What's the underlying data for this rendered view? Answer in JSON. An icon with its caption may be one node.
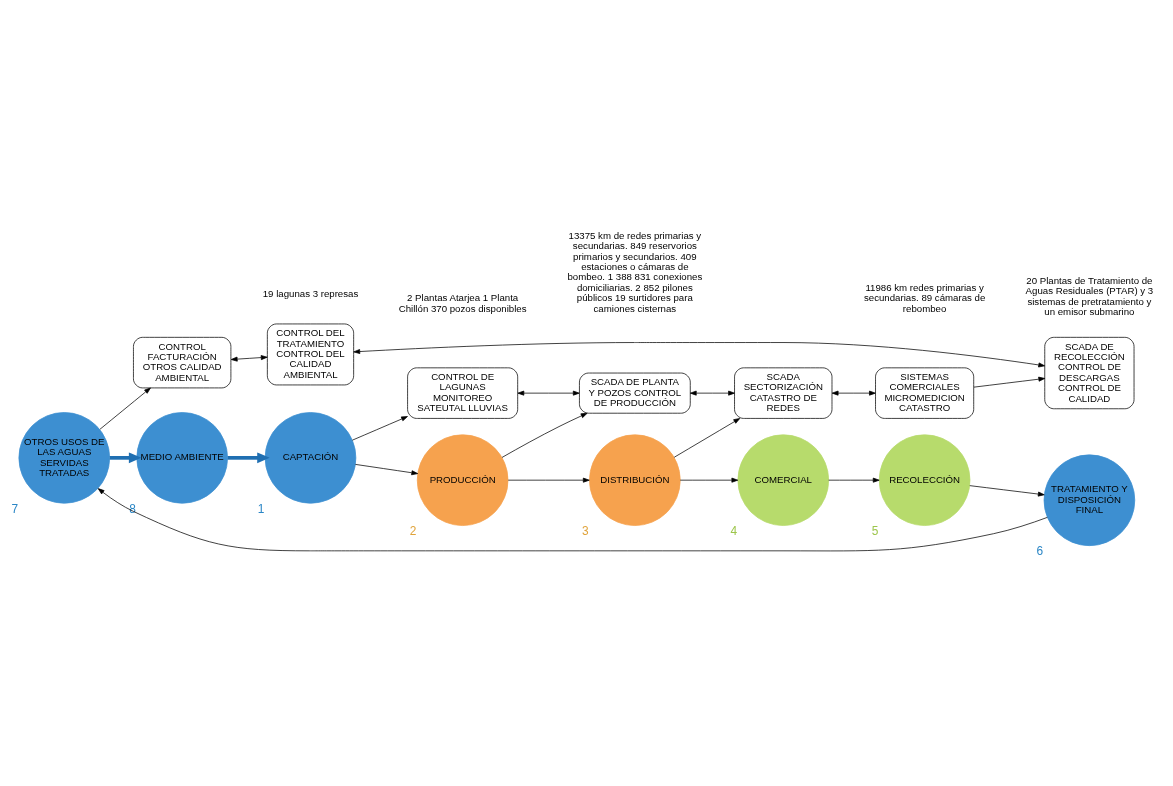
{
  "diagram": {
    "nodes": [
      {
        "text": [
          "CONTROL DE LAGUNAS MONITOREO SATEUTAL LLUVIAS"
        ]
      },
      {
        "text": [
          "MEDIO AMBIENTE"
        ],
        "beside": [
          "8"
        ]
      },
      {
        "text": [
          "CAPTACIÓN"
        ],
        "beside": [
          "1"
        ]
      },
      {
        "text": [
          "OTROS USOS DE LAS AGUAS SERVIDAS TRATADAS"
        ],
        "beside": [
          "7"
        ]
      },
      {
        "text": [
          "CONTROL FACTURACIÓN OTROS CALIDAD AMBIENTAL"
        ]
      },
      {
        "text": [
          "CONTROL DEL TRATAMIENTO CONTROL DEL CALIDAD AMBIENTAL"
        ]
      },
      {
        "text": [
          "PRODUCCIÓN"
        ],
        "beside": [
          "2"
        ]
      },
      {
        "text": [
          "SCADA DE PLANTA Y POZOS CONTROL DE PRODUCCIÓN"
        ]
      },
      {
        "text": [
          "TRATAMIENTO Y DISPOSICIÓN FINAL"
        ],
        "beside": [
          "6"
        ]
      },
      {
        "text": [
          "DISTRIBUCIÓN"
        ],
        "beside": [
          "3"
        ]
      },
      {
        "text": [
          "RECOLECCIÓN"
        ],
        "beside": [
          "5"
        ]
      },
      {
        "text": [
          "SCADA SECTORIZACIÓN CATASTRO DE REDES"
        ]
      },
      {
        "text": [
          "COMERCIAL"
        ],
        "beside": [
          "4"
        ]
      },
      {
        "text": [
          "SCADA DE RECOLECCIÓN CONTROL DE DESCARGAS CONTROL DE CALIDAD"
        ]
      },
      {
        "text": [
          "SISTEMAS COMERCIALES MICROMEDICION CATASTRO"
        ]
      }
    ],
    "edges": [
      {
        "from": 1,
        "to": 2,
        "arrow": "to",
        "style": "thick",
        "color": "#1f6fb2"
      },
      {
        "from": 3,
        "to": 1,
        "arrow": "to",
        "style": "thick",
        "color": "#1f6fb2"
      },
      {
        "from": 2,
        "to": 0,
        "arrow": "to"
      },
      {
        "from": 2,
        "to": 6,
        "arrow": "to"
      },
      {
        "from": 0,
        "to": 7,
        "arrow": "both"
      },
      {
        "from": 6,
        "to": 7,
        "arrow": "to"
      },
      {
        "from": 6,
        "to": 9,
        "arrow": "to"
      },
      {
        "from": 7,
        "to": 11,
        "arrow": "both"
      },
      {
        "from": 9,
        "to": 11,
        "arrow": "to"
      },
      {
        "from": 9,
        "to": 12,
        "arrow": "to"
      },
      {
        "from": 11,
        "to": 14,
        "arrow": "both"
      },
      {
        "from": 14,
        "to": 13,
        "arrow": "to"
      },
      {
        "from": 12,
        "to": 10,
        "arrow": "to"
      },
      {
        "from": 10,
        "to": 8,
        "arrow": "to"
      },
      {
        "from": 8,
        "to": 3,
        "arrow": "to"
      },
      {
        "from": 3,
        "to": 4,
        "arrow": "to"
      },
      {
        "from": 4,
        "to": 5,
        "arrow": "both"
      },
      {
        "from": 5,
        "to": 13,
        "arrow": "both"
      }
    ],
    "labels": [
      "19 lagunas 3 represas",
      "2 Plantas Atarjea 1 Planta Chillón 370 pozos disponibles",
      "20 Plantas de Tratamiento de Aguas Residuales (PTAR) y 3 sistemas de pretratamiento y un emisor submarino",
      "11986 km redes primarias y secundarias. 89 cámaras de rebombeo",
      "13375 km de redes primarias y secundarias. 849 reservorios primarios y secundarios. 409 estaciones o cámaras de bombeo. 1 388 831 conexiones domiciliarias. 2 852 pilones públicos 19 surtidores para camiones cisternas"
    ]
  }
}
